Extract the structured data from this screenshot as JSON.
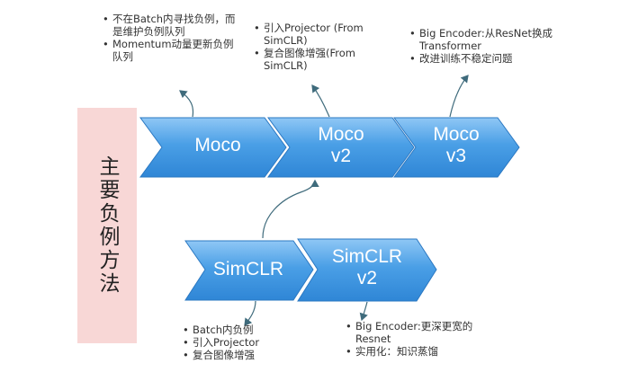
{
  "sidebar": {
    "title": "主要负例方法"
  },
  "colors": {
    "chevron_top": "#8fc7f5",
    "chevron_bottom": "#2f86d6",
    "sidebar_bg": "#f8d7d6",
    "arrow": "#3f6b7c"
  },
  "chevrons": [
    {
      "id": "moco",
      "label": "Moco"
    },
    {
      "id": "moco-v2",
      "label": "Moco\nv2"
    },
    {
      "id": "moco-v3",
      "label": "Moco\nv3"
    },
    {
      "id": "simclr",
      "label": "SimCLR"
    },
    {
      "id": "simclr-v2",
      "label": "SimCLR\nv2"
    }
  ],
  "notes": {
    "moco": [
      "不在Batch内寻找负例，而是维护负例队列",
      "Momentum动量更新负例队列"
    ],
    "moco_v2": [
      "引入Projector (From SimCLR)",
      "复合图像增强(From SimCLR)"
    ],
    "moco_v3": [
      "Big Encoder:从ResNet换成Transformer",
      "改进训练不稳定问题"
    ],
    "simclr": [
      "Batch内负例",
      "引入Projector",
      "复合图像增强"
    ],
    "simclr_v2": [
      "Big Encoder:更深更宽的Resnet",
      "实用化：知识蒸馏"
    ]
  }
}
